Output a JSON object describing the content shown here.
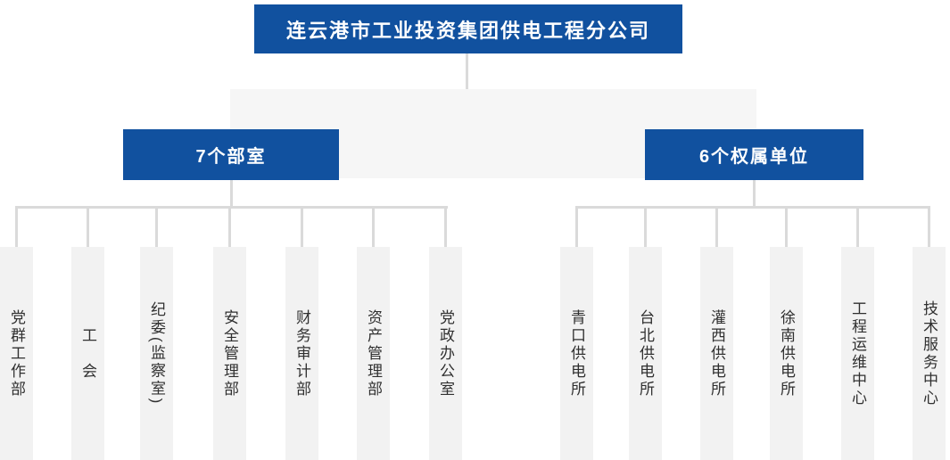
{
  "colors": {
    "primary_blue": "#11519f",
    "band_gray": "#f6f6f6",
    "box_gray": "#f2f2f2",
    "line_gray": "#dadada",
    "text_dark": "#303030"
  },
  "org": {
    "root": {
      "label": "连云港市工业投资集团供电工程分公司"
    },
    "groups": [
      {
        "label": "7个部室",
        "children": [
          "党群工作部",
          "工　会",
          "纪委(监察室)",
          "安全管理部",
          "财务审计部",
          "资产管理部",
          "党政办公室"
        ]
      },
      {
        "label": "6个权属单位",
        "children": [
          "青口供电所",
          "台北供电所",
          "灌西供电所",
          "徐南供电所",
          "工程运维中心",
          "技术服务中心"
        ]
      }
    ]
  }
}
